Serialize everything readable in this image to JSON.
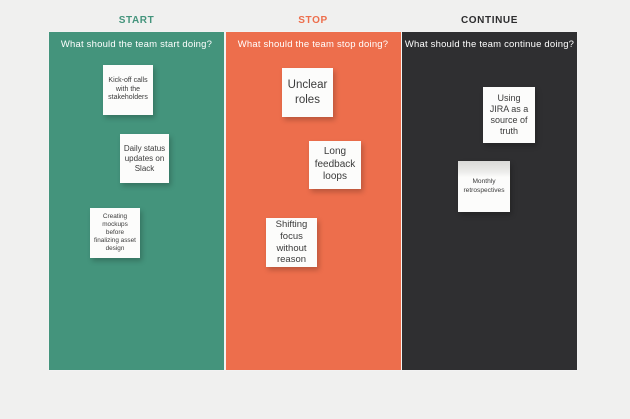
{
  "page": {
    "background_color": "#f0f0ef",
    "note_color": "#fcfcfb"
  },
  "board": {
    "columns": [
      {
        "id": "start",
        "label": "START",
        "color": "#44947c",
        "prompt": "What should the team start doing?",
        "notes": [
          {
            "text": "Kick-off calls\nwith the\nstakeholders"
          },
          {
            "text": "Daily status\nupdates on\nSlack"
          },
          {
            "text": "Creating\nmockups\nbefore\nfinalizing asset\ndesign"
          }
        ]
      },
      {
        "id": "stop",
        "label": "STOP",
        "color": "#ed6e4c",
        "prompt": "What should the team stop doing?",
        "notes": [
          {
            "text": "Unclear\nroles"
          },
          {
            "text": "Long\nfeedback\nloops"
          },
          {
            "text": "Shifting\nfocus\nwithout\nreason"
          }
        ]
      },
      {
        "id": "continue",
        "label": "CONTINUE",
        "color": "#2f2f31",
        "label_color": "#2d2d2f",
        "prompt": "What should the team continue doing?",
        "notes": [
          {
            "text": "Using\nJIRA as a\nsource of\ntruth"
          },
          {
            "text": "Monthly\nretrospectives"
          }
        ]
      }
    ]
  }
}
